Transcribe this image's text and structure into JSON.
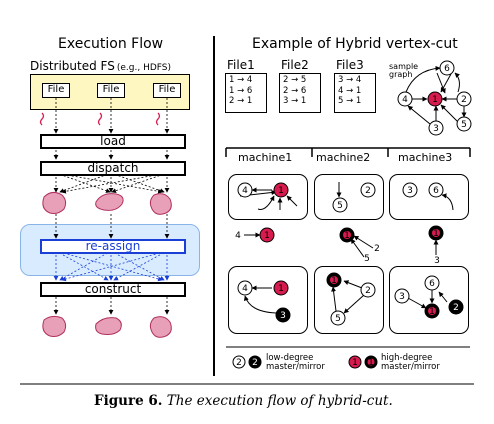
{
  "left": {
    "title": "Execution Flow",
    "source_label": "Distributed FS",
    "source_sub": "(e.g., HDFS)",
    "files": [
      "File",
      "File",
      "File"
    ],
    "stages": {
      "load": "load",
      "dispatch": "dispatch",
      "reassign": "re-assign",
      "construct": "construct"
    }
  },
  "right": {
    "title": "Example of Hybrid vertex-cut",
    "files": [
      {
        "name": "File1",
        "edges": [
          "1 → 4",
          "1 → 6",
          "2 → 1"
        ]
      },
      {
        "name": "File2",
        "edges": [
          "2 → 5",
          "2 → 6",
          "3 → 1"
        ]
      },
      {
        "name": "File3",
        "edges": [
          "3 → 4",
          "4 → 1",
          "5 → 1"
        ]
      }
    ],
    "sample_graph_label": "sample graph",
    "machines": [
      "machine1",
      "machine2",
      "machine3"
    ],
    "legend": {
      "low_degree": "low-degree master/mirror",
      "high_degree": "high-degree master/mirror"
    }
  },
  "caption": {
    "figure": "Figure 6.",
    "text": "The execution flow of hybrid-cut."
  },
  "colors": {
    "pink": "#e8a0b8",
    "high": "#d81b4e",
    "blue_bg": "#d9ecff",
    "blue": "#1a3fd6"
  }
}
